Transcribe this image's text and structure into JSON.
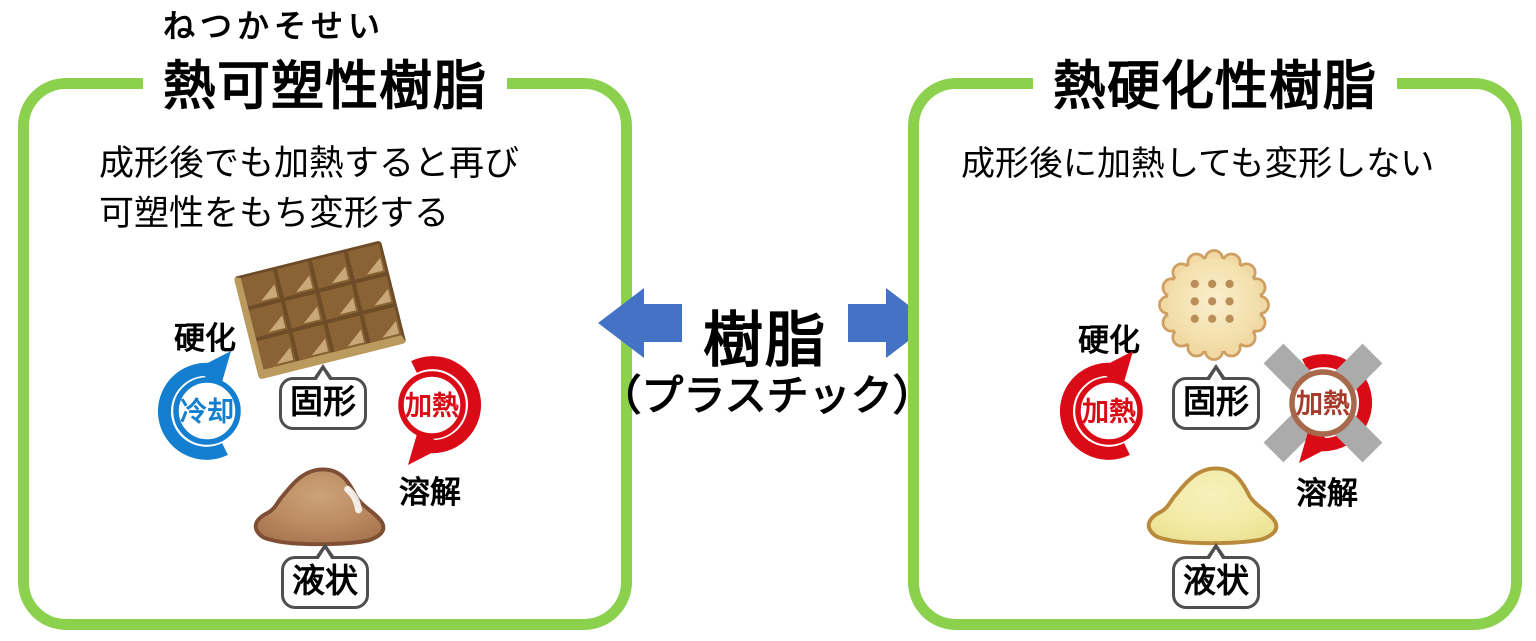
{
  "center": {
    "title": "樹脂",
    "subtitle": "（プラスチック）"
  },
  "left_panel": {
    "furigana": "ねつかそせい",
    "title": "熱可塑性樹脂",
    "description": [
      "成形後でも加熱すると再び",
      "可塑性をもち変形する"
    ],
    "harden_label": "硬化",
    "melt_label": "溶解",
    "cool_badge": "冷却",
    "heat_badge": "加熱",
    "solid_bubble": "固形",
    "liquid_bubble": "液状",
    "solid_icon": "chocolate-bar-icon",
    "liquid_icon": "melted-chocolate-mound-icon",
    "chocolate_grid": {
      "rows": 3,
      "cols": 4
    }
  },
  "right_panel": {
    "title": "熱硬化性樹脂",
    "description": [
      "成形後に加熱しても変形しない"
    ],
    "harden_label": "硬化",
    "melt_label": "溶解",
    "heat_up_badge": "加熱",
    "heat_down_badge": "加熱",
    "solid_bubble": "固形",
    "liquid_bubble": "液状",
    "solid_icon": "biscuit-icon",
    "liquid_icon": "powder-mound-icon",
    "cookie": {
      "scallops": 16,
      "dot_rows": 3,
      "dot_cols": 3
    }
  },
  "colors": {
    "panel_border_green": "#8bd14e",
    "cycle_blue": "#147fd0",
    "cycle_red": "#da0b16",
    "center_arrow_blue": "#4472c4",
    "cross_gray": "#ababab",
    "crossed_ring_brown": "#a8684c",
    "crossed_text_red": "#a63c2c",
    "bubble_border_gray": "#4f4f4f"
  }
}
